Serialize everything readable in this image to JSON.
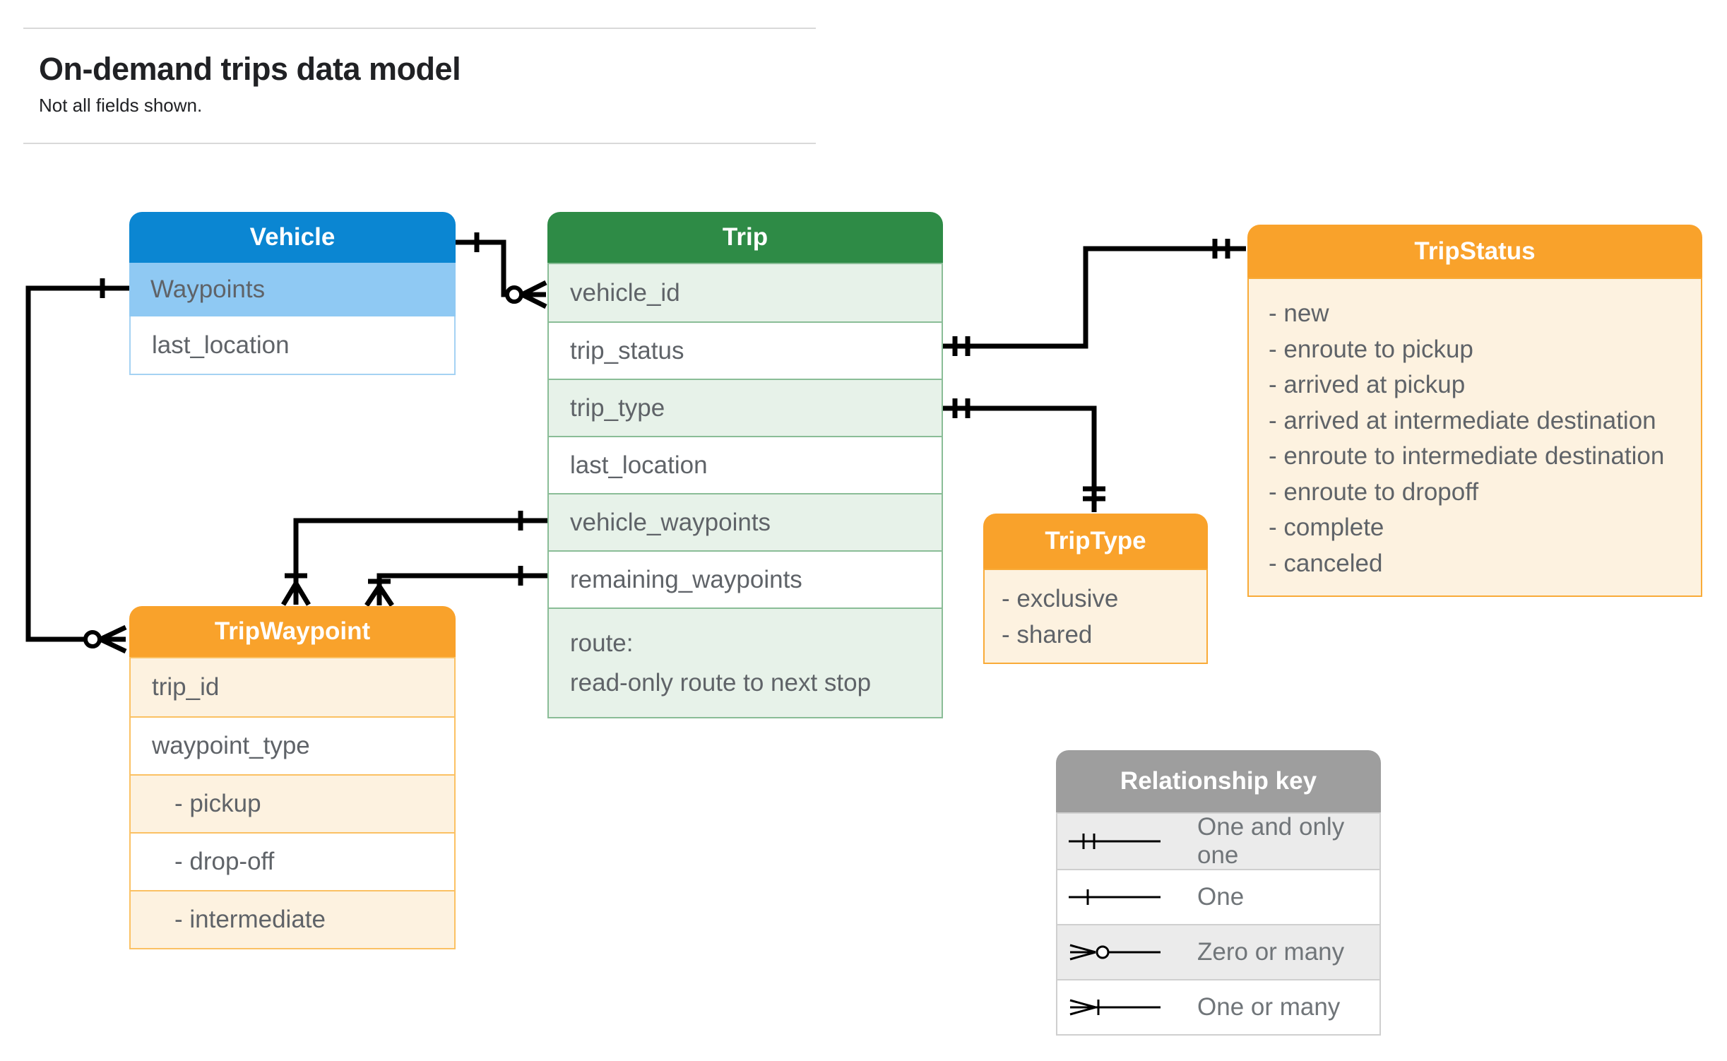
{
  "page": {
    "title": "On-demand trips data model",
    "subtitle": "Not all fields shown."
  },
  "entities": {
    "vehicle": {
      "title": "Vehicle",
      "rows": [
        {
          "label": "Waypoints"
        },
        {
          "label": "last_location"
        }
      ]
    },
    "trip": {
      "title": "Trip",
      "rows": [
        {
          "label": "vehicle_id"
        },
        {
          "label": "trip_status"
        },
        {
          "label": "trip_type"
        },
        {
          "label": "last_location"
        },
        {
          "label": "vehicle_waypoints"
        },
        {
          "label": "remaining_waypoints"
        },
        {
          "label": "route:",
          "sublabel": "read-only route to next stop"
        }
      ]
    },
    "trip_status": {
      "title": "TripStatus",
      "values": [
        "- new",
        "- enroute to pickup",
        "- arrived at pickup",
        "- arrived at intermediate destination",
        "- enroute to intermediate destination",
        "- enroute to dropoff",
        "- complete",
        "- canceled"
      ]
    },
    "trip_waypoint": {
      "title": "TripWaypoint",
      "rows": [
        {
          "label": "trip_id"
        },
        {
          "label": "waypoint_type"
        },
        {
          "label": "- pickup",
          "indent": true
        },
        {
          "label": "- drop-off",
          "indent": true
        },
        {
          "label": "- intermediate",
          "indent": true
        }
      ]
    },
    "trip_type": {
      "title": "TripType",
      "values": [
        "- exclusive",
        "- shared"
      ]
    }
  },
  "relationships": [
    {
      "from": "Vehicle",
      "to": "Trip.vehicle_id",
      "from_cardinality": "one",
      "to_cardinality": "zero-or-many"
    },
    {
      "from": "Trip.trip_status",
      "to": "TripStatus",
      "from_cardinality": "one-and-only-one",
      "to_cardinality": "one-and-only-one"
    },
    {
      "from": "Trip.trip_type",
      "to": "TripType",
      "from_cardinality": "one-and-only-one",
      "to_cardinality": "one-and-only-one"
    },
    {
      "from": "Trip.vehicle_waypoints",
      "to": "TripWaypoint",
      "from_cardinality": "one",
      "to_cardinality": "one-or-many"
    },
    {
      "from": "Trip.remaining_waypoints",
      "to": "TripWaypoint",
      "from_cardinality": "one",
      "to_cardinality": "one-or-many"
    },
    {
      "from": "Vehicle.Waypoints",
      "to": "TripWaypoint",
      "from_cardinality": "one",
      "to_cardinality": "zero-or-many"
    }
  ],
  "legend": {
    "title": "Relationship key",
    "items": [
      {
        "symbol": "one-and-only-one",
        "label": "One and only one"
      },
      {
        "symbol": "one",
        "label": "One"
      },
      {
        "symbol": "zero-or-many",
        "label": "Zero or many"
      },
      {
        "symbol": "one-or-many",
        "label": "One or many"
      }
    ]
  },
  "colors": {
    "blue_header": "#0b86d2",
    "blue_highlight_row": "#8fc9f3",
    "blue_border": "#a5d2f3",
    "green_header": "#2e8b46",
    "green_row": "#e7f2e9",
    "green_border": "#8abd97",
    "orange_header": "#f9a22b",
    "orange_row": "#fdf2e0",
    "orange_border_light": "#fbc163",
    "gray_header": "#9e9e9e",
    "gray_row": "#ebebeb",
    "text_primary": "#202124",
    "text_field": "#5f6368",
    "connector": "#000000"
  }
}
